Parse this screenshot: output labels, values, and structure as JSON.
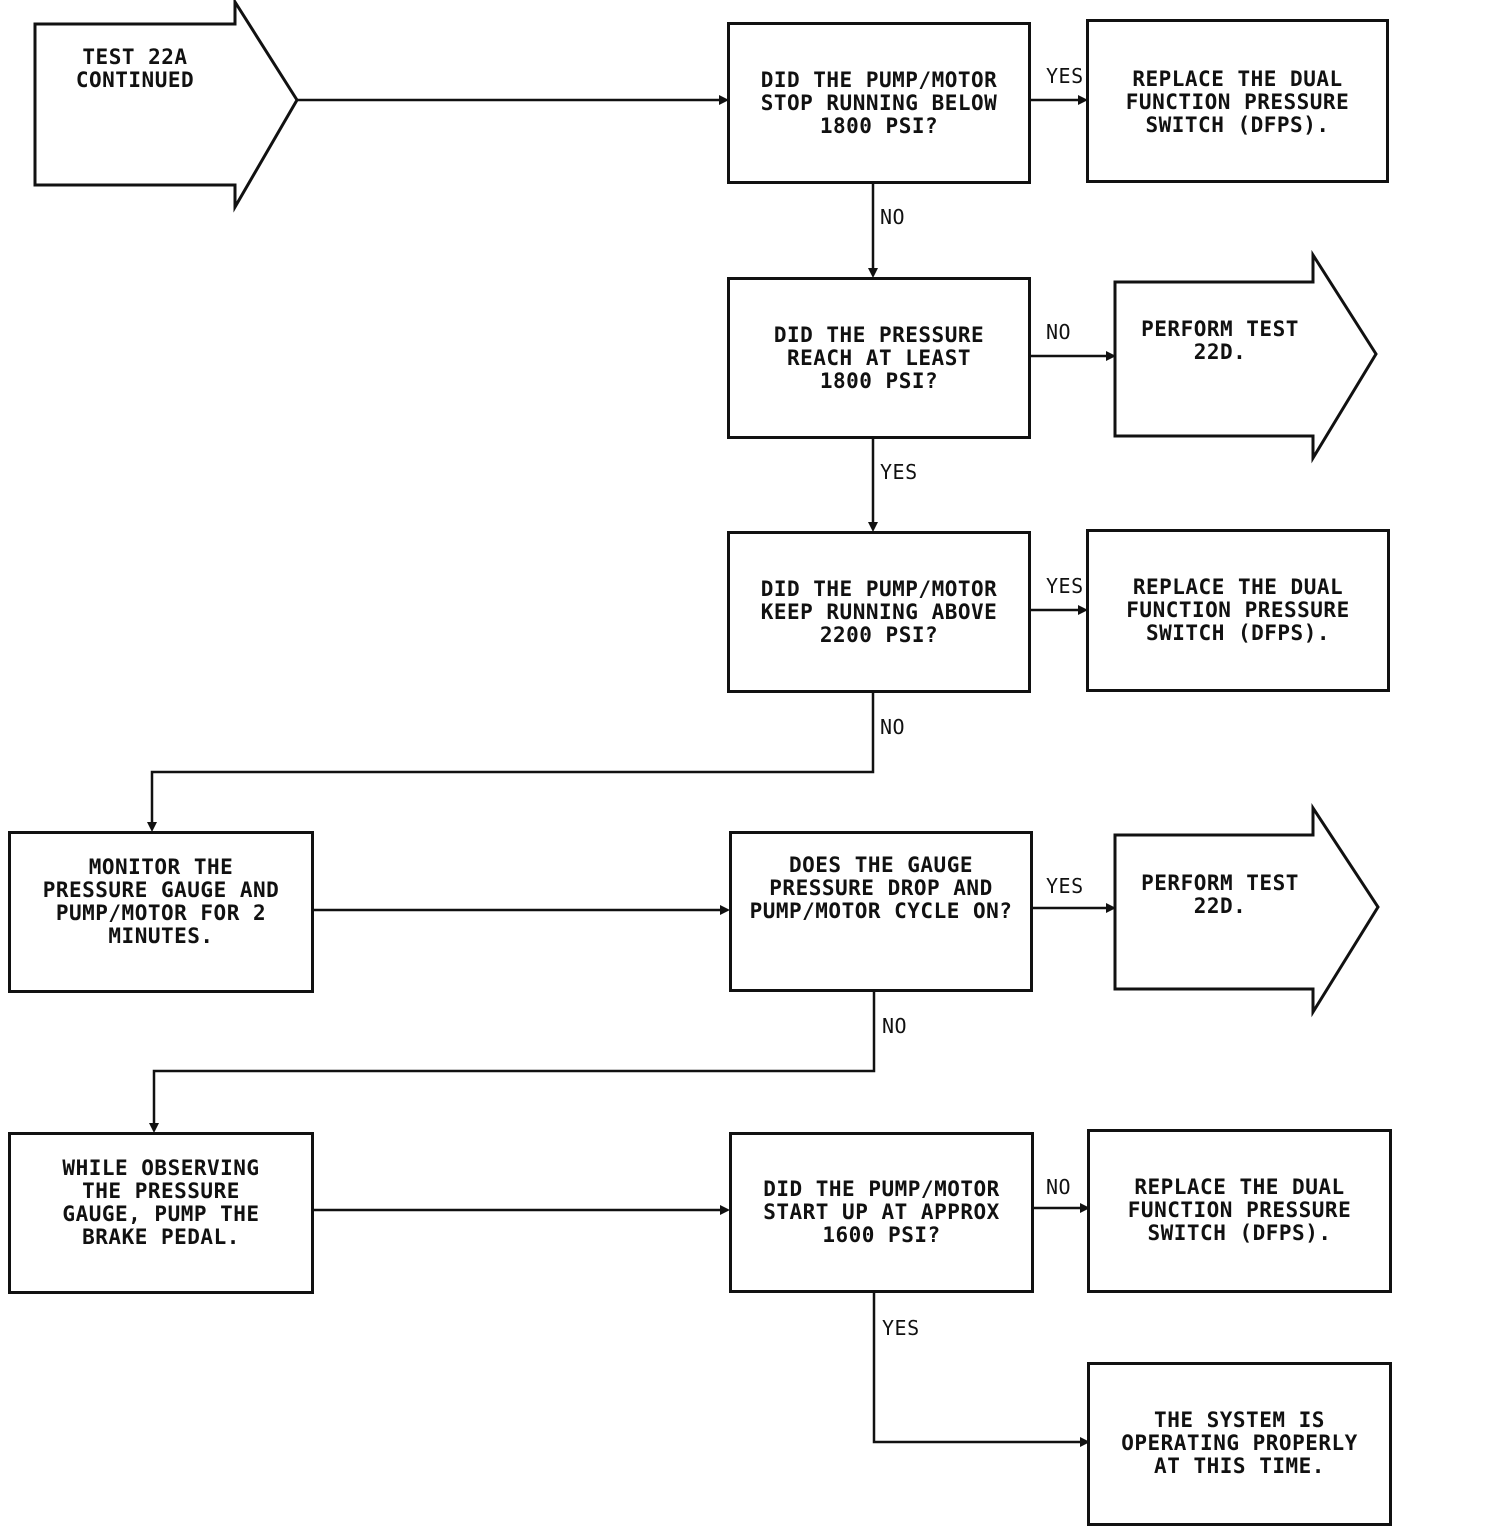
{
  "nodes": {
    "start": "TEST 22A\nCONTINUED",
    "q1": "DID THE PUMP/MOTOR\nSTOP RUNNING BELOW\n1800 PSI?",
    "r1": "REPLACE THE DUAL\nFUNCTION PRESSURE\nSWITCH (DFPS).",
    "q2": "DID THE PRESSURE\nREACH AT LEAST\n1800 PSI?",
    "t1": "PERFORM TEST\n22D.",
    "q3": "DID THE PUMP/MOTOR\nKEEP RUNNING ABOVE\n2200 PSI?",
    "r2": "REPLACE THE DUAL\nFUNCTION PRESSURE\nSWITCH (DFPS).",
    "a1": "MONITOR THE\nPRESSURE GAUGE AND\nPUMP/MOTOR FOR 2\nMINUTES.",
    "q4": "DOES THE GAUGE\nPRESSURE DROP AND\nPUMP/MOTOR CYCLE ON?",
    "t2": "PERFORM TEST\n22D.",
    "a2": "WHILE OBSERVING\nTHE PRESSURE\nGAUGE, PUMP THE\nBRAKE PEDAL.",
    "q5": "DID THE PUMP/MOTOR\nSTART UP AT APPROX\n1600 PSI?",
    "r3": "REPLACE THE DUAL\nFUNCTION PRESSURE\nSWITCH (DFPS).",
    "end": "THE SYSTEM IS\nOPERATING PROPERLY\nAT THIS TIME."
  },
  "edges": {
    "q1_r1": "YES",
    "q1_q2": "NO",
    "q2_t1": "NO",
    "q2_q3": "YES",
    "q3_r2": "YES",
    "q3_a1": "NO",
    "q4_t2": "YES",
    "q4_a2": "NO",
    "q5_r3": "NO",
    "q5_end": "YES"
  }
}
